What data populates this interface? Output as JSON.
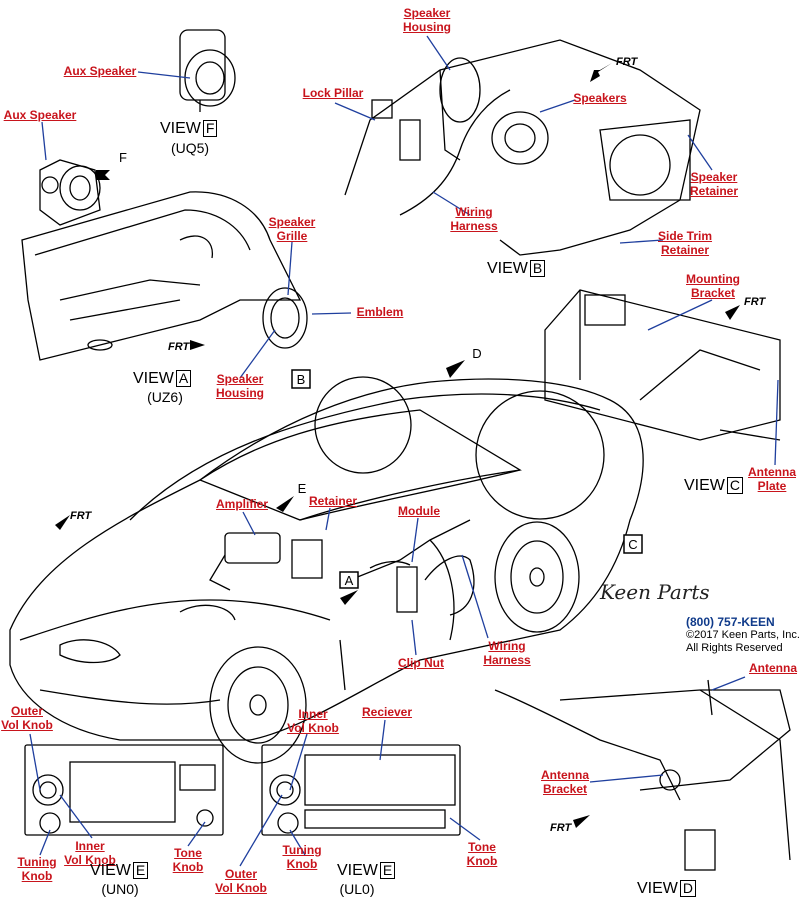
{
  "labels": {
    "aux_speaker_top": "Aux Speaker",
    "aux_speaker_left": "Aux Speaker",
    "speaker_housing_top": [
      "Speaker",
      "Housing"
    ],
    "lock_pillar": "Lock Pillar",
    "speakers": "Speakers",
    "speaker_retainer": [
      "Speaker",
      "Retainer"
    ],
    "wiring_harness_top": [
      "Wiring",
      "Harness"
    ],
    "side_trim_retainer": [
      "Side Trim",
      "Retainer"
    ],
    "speaker_grille": [
      "Speaker",
      "Grille"
    ],
    "emblem": "Emblem",
    "speaker_housing_bottom": [
      "Speaker",
      "Housing"
    ],
    "mounting_bracket": [
      "Mounting",
      "Bracket"
    ],
    "antenna_plate": [
      "Antenna",
      "Plate"
    ],
    "amplifier": "Amplifier",
    "retainer": "Retainer",
    "module": "Module",
    "clip_nut": "Clip Nut",
    "wiring_harness_bottom": [
      "Wiring",
      "Harness"
    ],
    "outer_vol_knob_left": [
      "Outer",
      "Vol Knob"
    ],
    "inner_vol_knob_left": [
      "Inner",
      "Vol Knob"
    ],
    "tuning_knob_left": [
      "Tuning",
      "Knob"
    ],
    "tone_knob_left": [
      "Tone",
      "Knob"
    ],
    "inner_vol_knob_right": [
      "Inner",
      "Vol Knob"
    ],
    "reciever": "Reciever",
    "outer_vol_knob_right": [
      "Outer",
      "Vol Knob"
    ],
    "tuning_knob_right": [
      "Tuning",
      "Knob"
    ],
    "tone_knob_right": [
      "Tone",
      "Knob"
    ],
    "antenna": "Antenna",
    "antenna_bracket": [
      "Antenna",
      "Bracket"
    ]
  },
  "views": {
    "f": {
      "word": "VIEW",
      "letter": "F",
      "code": "(UQ5)"
    },
    "b": {
      "word": "VIEW",
      "letter": "B"
    },
    "a": {
      "word": "VIEW",
      "letter": "A",
      "code": "(UZ6)"
    },
    "c": {
      "word": "VIEW",
      "letter": "C"
    },
    "e_left": {
      "word": "VIEW",
      "letter": "E",
      "code": "(UN0)"
    },
    "e_right": {
      "word": "VIEW",
      "letter": "E",
      "code": "(UL0)"
    },
    "d": {
      "word": "VIEW",
      "letter": "D"
    }
  },
  "callouts": {
    "a": "A",
    "b": "B",
    "c": "C",
    "d": "D",
    "e": "E",
    "f": "F"
  },
  "frt": "FRT",
  "brand": {
    "logo": "Keen Parts",
    "phone": "(800) 757-KEEN",
    "copyright": "©2017 Keen Parts, Inc.",
    "rights": "All Rights Reserved"
  },
  "colors": {
    "label": "#c8141c",
    "leader": "#1f3f9e",
    "phone": "#0f3a8a"
  }
}
